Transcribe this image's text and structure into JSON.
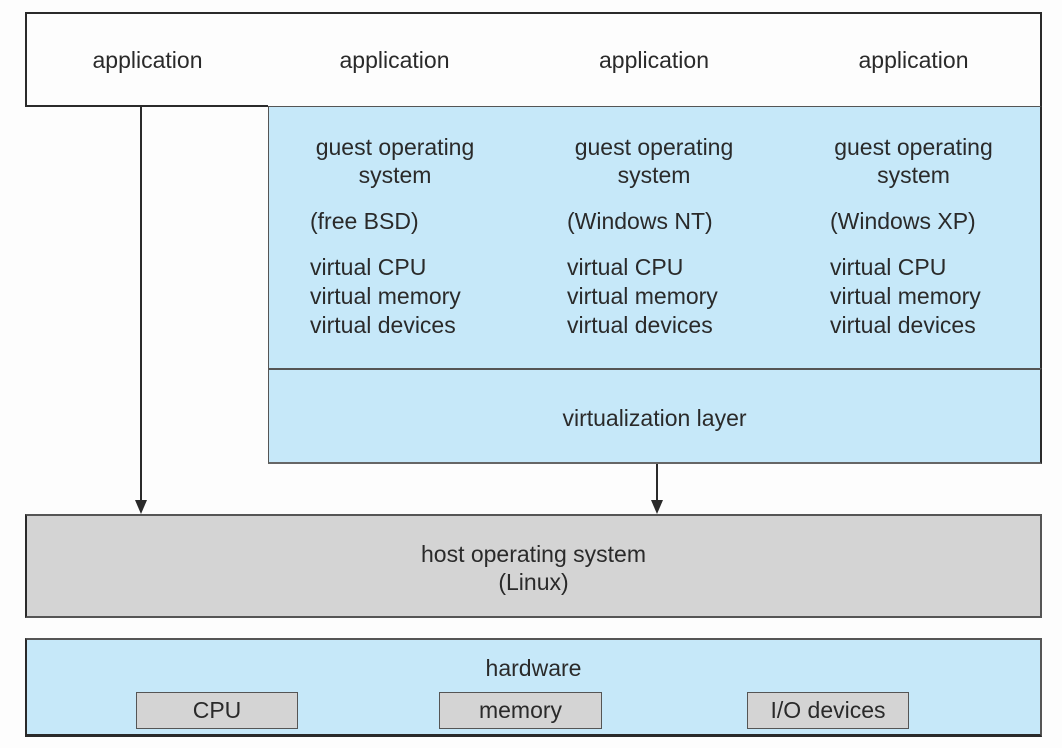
{
  "diagram": {
    "title_hidden": "",
    "applications": [
      {
        "label": "application"
      },
      {
        "label": "application"
      },
      {
        "label": "application"
      },
      {
        "label": "application"
      }
    ],
    "guests": [
      {
        "title_line1": "guest operating",
        "title_line2": "system",
        "os": "(free BSD)",
        "resources": [
          "virtual CPU",
          "virtual memory",
          "virtual devices"
        ]
      },
      {
        "title_line1": "guest operating",
        "title_line2": "system",
        "os": "(Windows NT)",
        "resources": [
          "virtual CPU",
          "virtual memory",
          "virtual devices"
        ]
      },
      {
        "title_line1": "guest operating",
        "title_line2": "system",
        "os": "(Windows XP)",
        "resources": [
          "virtual CPU",
          "virtual memory",
          "virtual devices"
        ]
      }
    ],
    "virtualization_layer": "virtualization layer",
    "host": {
      "line1": "host operating system",
      "line2": "(Linux)"
    },
    "hardware": {
      "label": "hardware",
      "components": [
        "CPU",
        "memory",
        "I/O devices"
      ]
    },
    "colors": {
      "guest_fill": "#c6e8f9",
      "host_fill": "#d4d4d4",
      "hardware_fill": "#c6e8f9",
      "app_fill": "#fdfdfd"
    }
  }
}
